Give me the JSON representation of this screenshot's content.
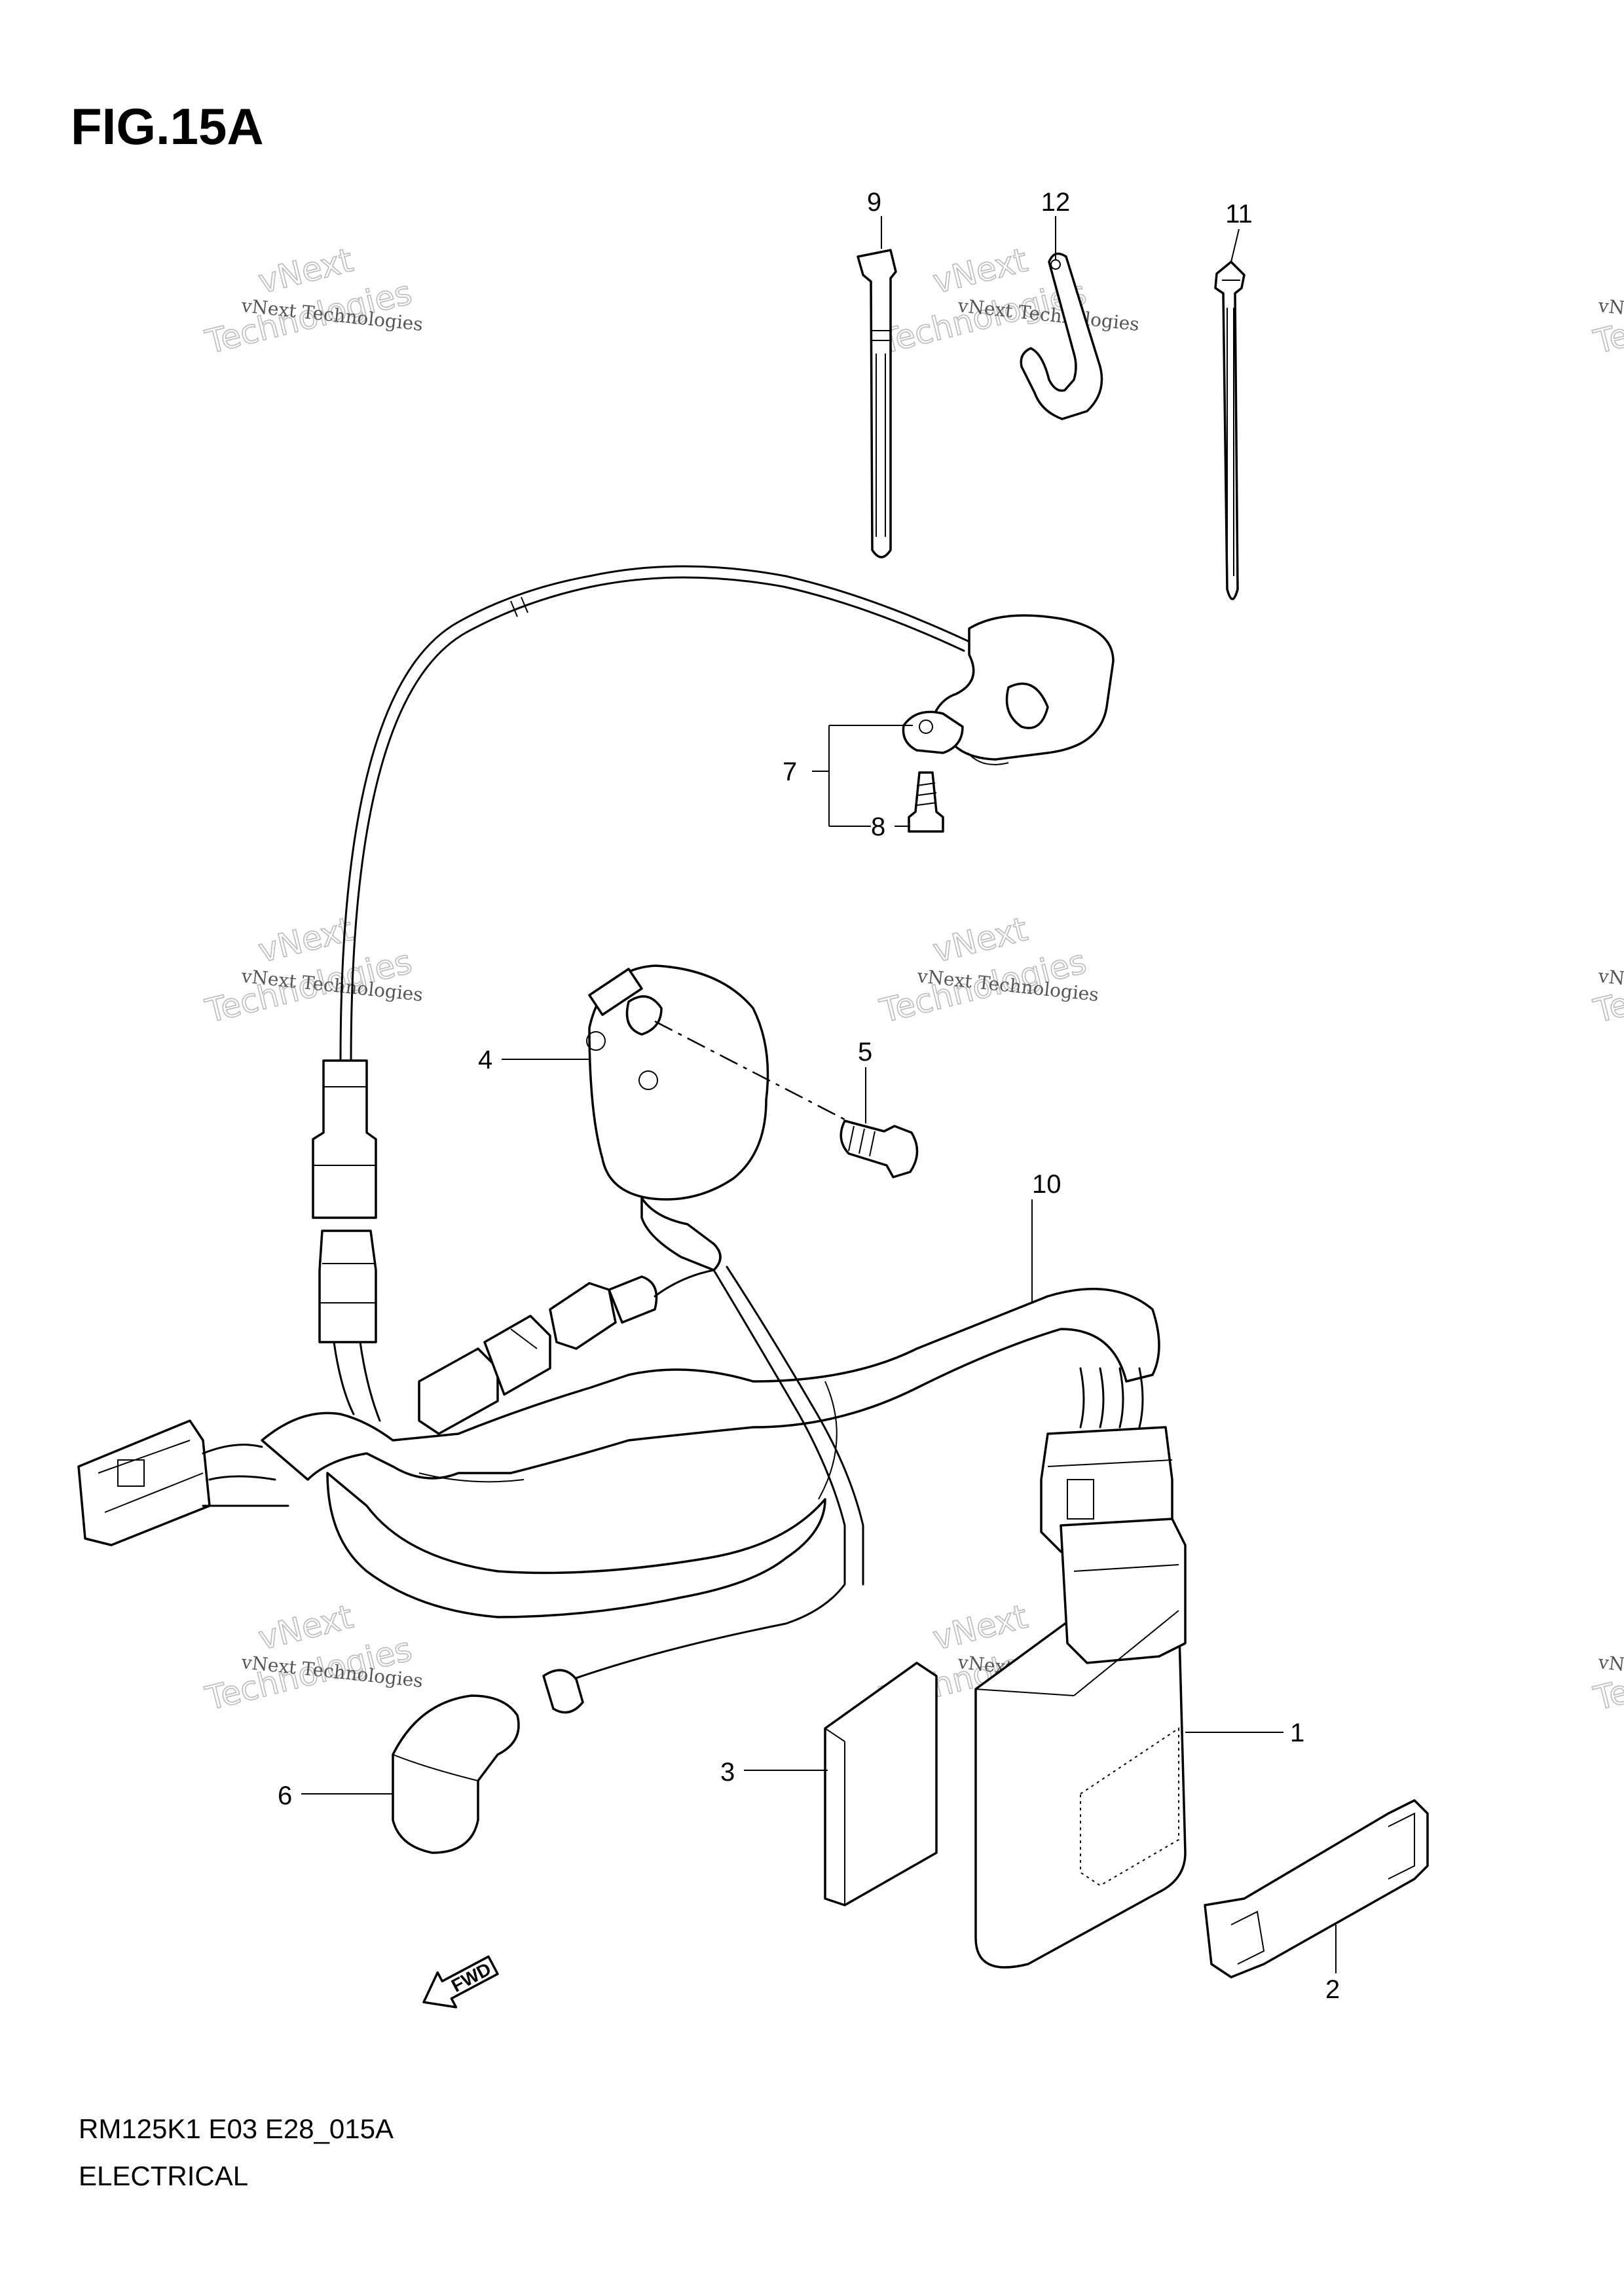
{
  "figure": {
    "title": "FIG.15A"
  },
  "footer": {
    "code": "RM125K1 E03 E28_015A",
    "section": "ELECTRICAL"
  },
  "callouts": [
    "1",
    "2",
    "3",
    "4",
    "5",
    "6",
    "7",
    "8",
    "9",
    "10",
    "11",
    "12"
  ],
  "watermark": {
    "small": "vNext Technologies",
    "large_1": "vNext",
    "large_2": "Technologies"
  },
  "direction_marker": {
    "label": "FWD"
  },
  "colors": {
    "ink": "#000000",
    "watermark": "#bbbbbb",
    "background": "#ffffff"
  }
}
